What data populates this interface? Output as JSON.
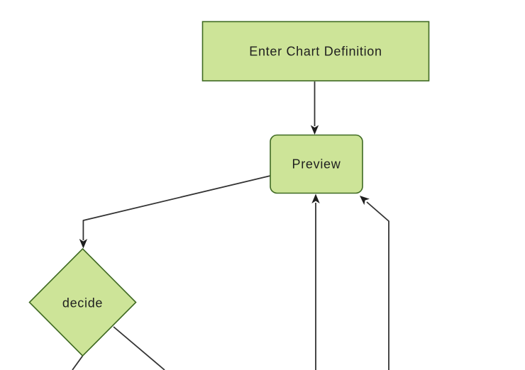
{
  "diagram": {
    "type": "flowchart",
    "orientation": "top-down",
    "background_color": "#ffffff",
    "theme": {
      "node_fill": "#cde498",
      "node_border": "#3f6a22",
      "edge_color": "#333333",
      "arrowhead_color": "#1e1e1e",
      "label_color": "#1f1f1f"
    },
    "nodes": [
      {
        "id": "enter-chart-definition",
        "label": "Enter Chart Definition",
        "shape": "rectangle"
      },
      {
        "id": "preview",
        "label": "Preview",
        "shape": "rounded-rectangle"
      },
      {
        "id": "decide",
        "label": "decide",
        "shape": "diamond"
      }
    ],
    "edges": [
      {
        "from": "enter-chart-definition",
        "to": "preview",
        "style": "arrow"
      },
      {
        "from": "preview",
        "to": "decide",
        "style": "arrow"
      },
      {
        "from": "offscreen-bottom",
        "to": "preview",
        "style": "arrow"
      },
      {
        "from": "offscreen-bottom-right",
        "to": "preview",
        "style": "arrow"
      },
      {
        "from": "decide",
        "to": "offscreen-bottom-left",
        "style": "line-cropped"
      },
      {
        "from": "decide",
        "to": "offscreen-bottom-right",
        "style": "line-cropped"
      }
    ]
  }
}
